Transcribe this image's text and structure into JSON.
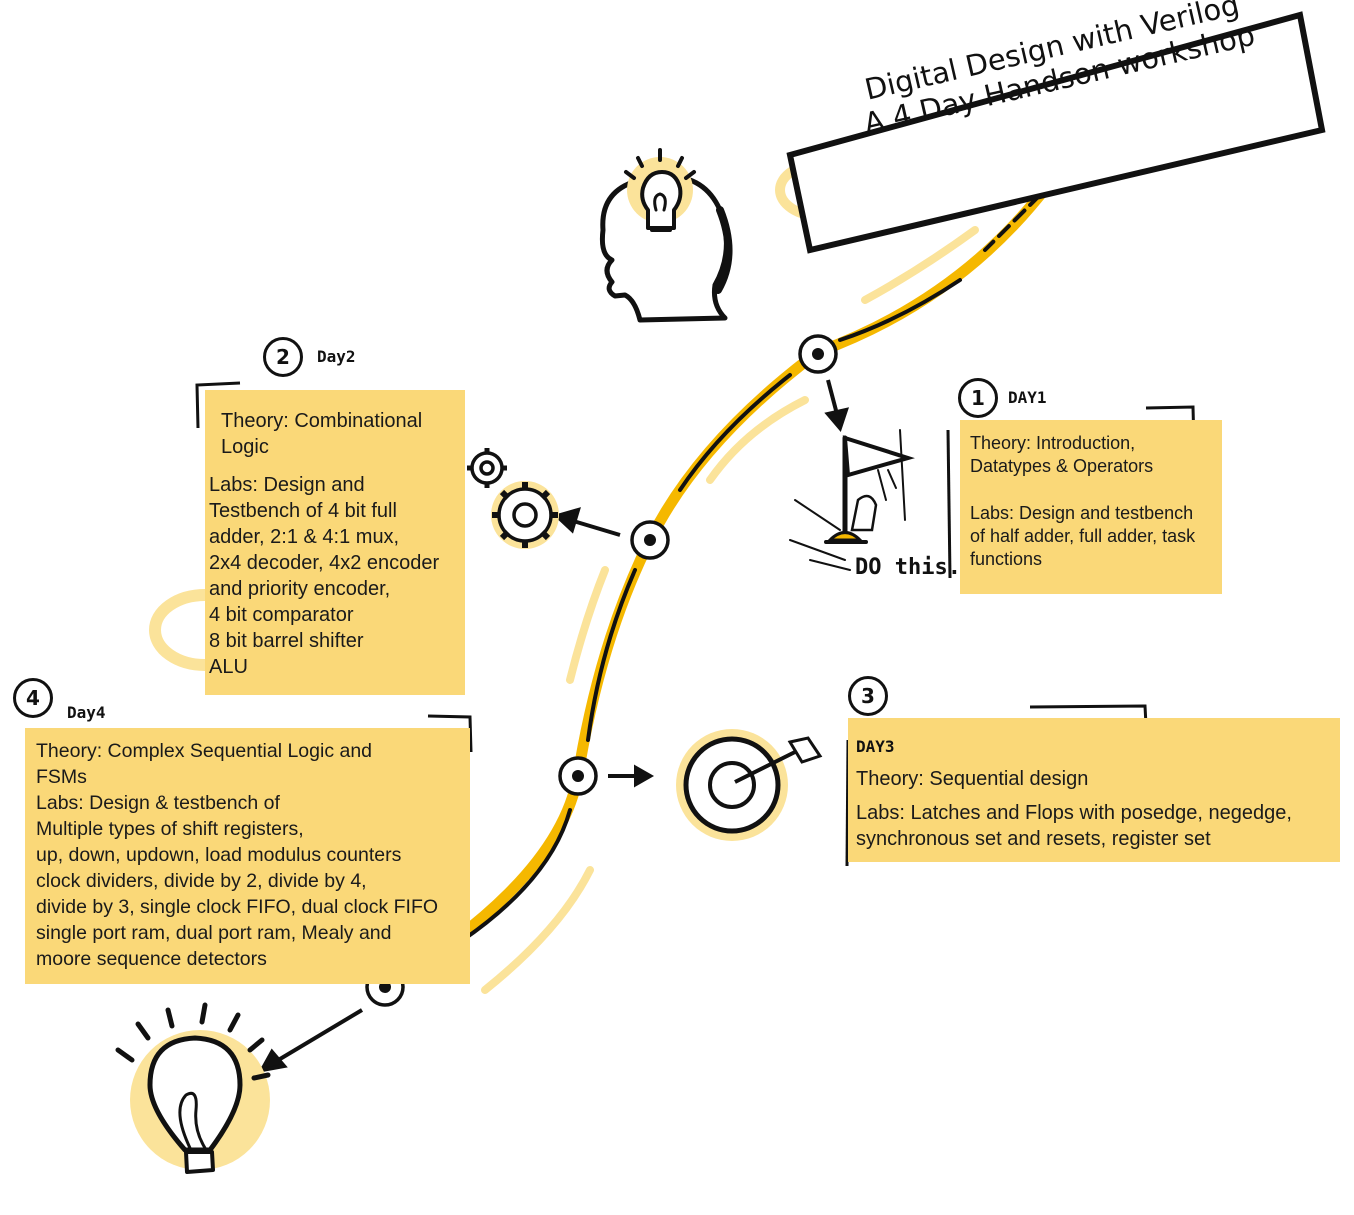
{
  "title": {
    "line1": "Digital Design with Verilog",
    "line2": "A 4 Day Handson workshop"
  },
  "days": [
    {
      "badge": "1",
      "label": "DAY1",
      "theory": "Theory: Introduction,\nDatatypes & Operators",
      "labs": "Labs: Design and testbench\nof half adder, full adder, task\nfunctions"
    },
    {
      "badge": "2",
      "label": "Day2",
      "theory": "Theory: Combinational\nLogic",
      "labs": "Labs: Design and\nTestbench of 4 bit full\nadder, 2:1 & 4:1 mux,\n2x4 decoder, 4x2 encoder\nand priority encoder,\n4 bit comparator\n8 bit barrel shifter\nALU"
    },
    {
      "badge": "3",
      "label": "DAY3",
      "theory": "Theory: Sequential design",
      "labs": "Labs: Latches and Flops with posedge, negedge,\nsynchronous set and resets, register set"
    },
    {
      "badge": "4",
      "label": "Day4",
      "theory": "Theory: Complex Sequential Logic and\nFSMs",
      "labs": "Labs: Design & testbench of\nMultiple types of shift registers,\nup, down, updown, load modulus counters\nclock dividers, divide by 2, divide by 4,\ndivide by 3, single clock FIFO, dual clock FIFO\nsingle port ram, dual port ram, Mealy and\nmoore sequence detectors"
    }
  ],
  "annotation": "DO this.",
  "colors": {
    "accent": "#f5b800",
    "box": "#fad878",
    "glow": "#fbe39a",
    "ink": "#111111"
  },
  "icons": [
    "head-bulb-icon",
    "flag-icon",
    "gears-icon",
    "target-icon",
    "lightbulb-icon"
  ]
}
